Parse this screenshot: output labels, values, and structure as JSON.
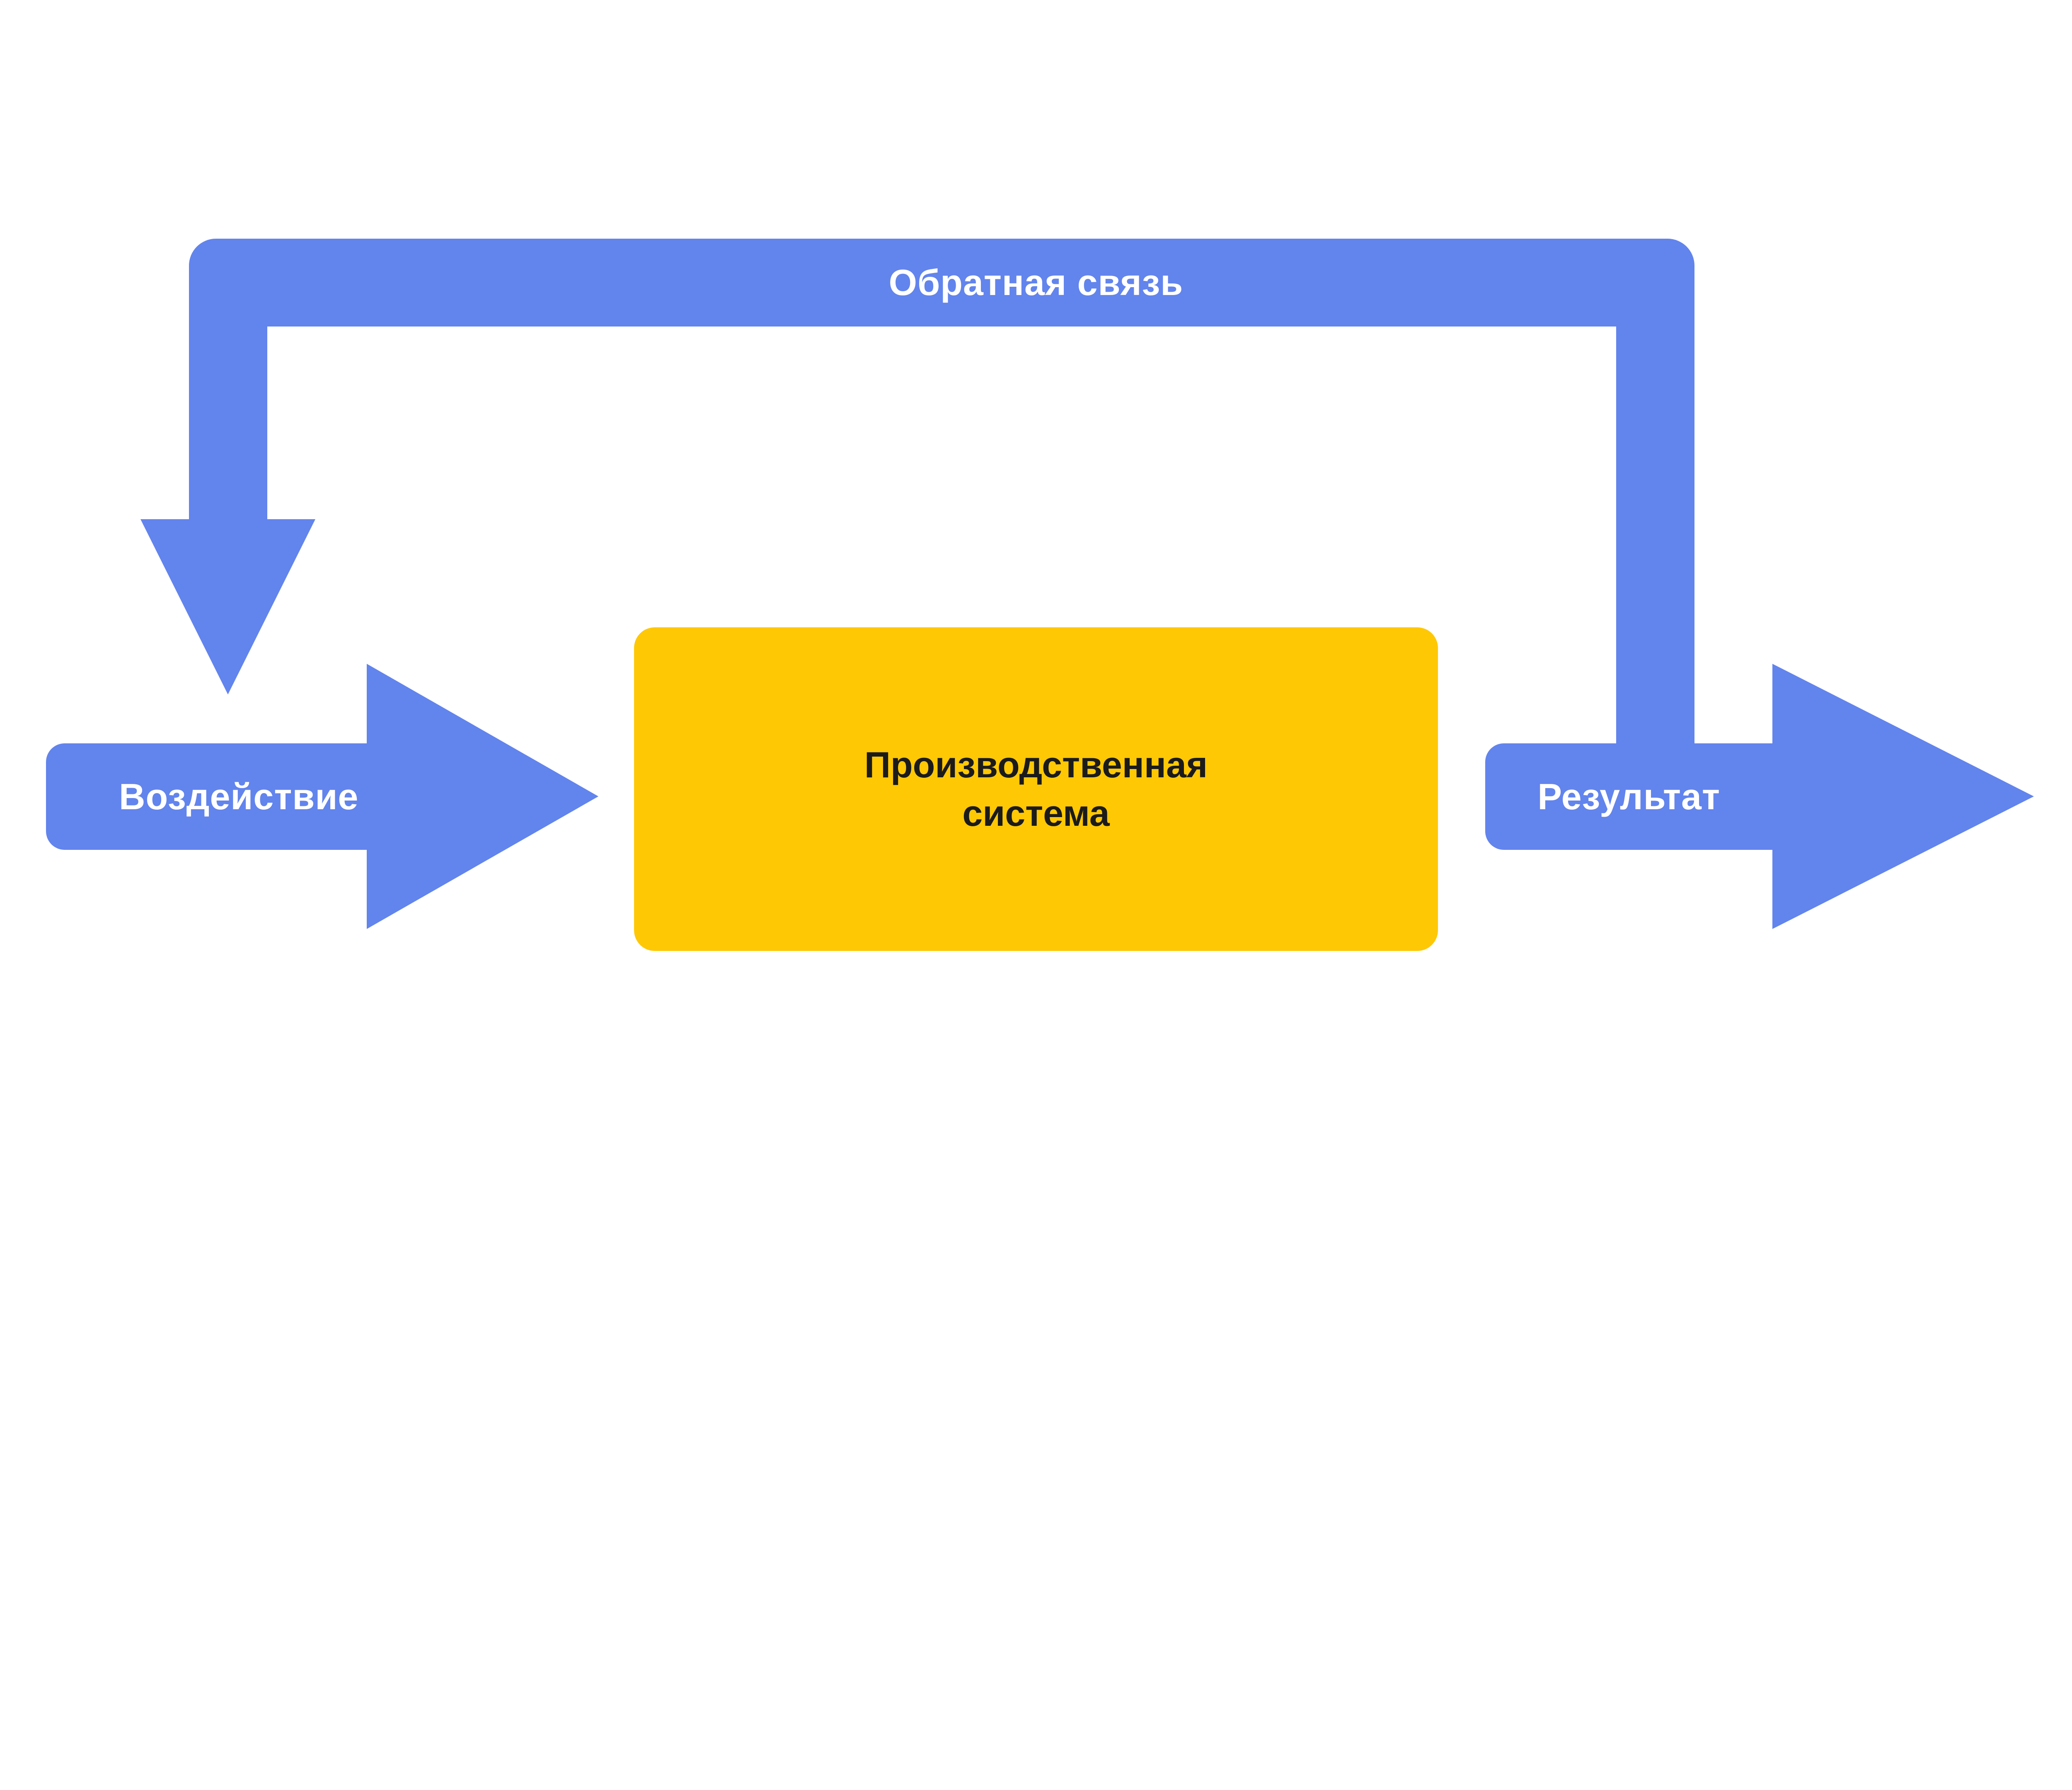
{
  "diagram": {
    "colors": {
      "arrow_blue": "#6284ED",
      "box_yellow": "#FFC805",
      "text_on_blue": "#FFFFFF",
      "text_on_yellow": "#1B1B1B",
      "background": "#FFFFFF"
    },
    "feedback_arrow": {
      "label": "Обратная связь"
    },
    "input_arrow": {
      "label": "Воздействие"
    },
    "system_box": {
      "line1": "Производственная",
      "line2": "система"
    },
    "output_arrow": {
      "label": "Результат"
    }
  }
}
